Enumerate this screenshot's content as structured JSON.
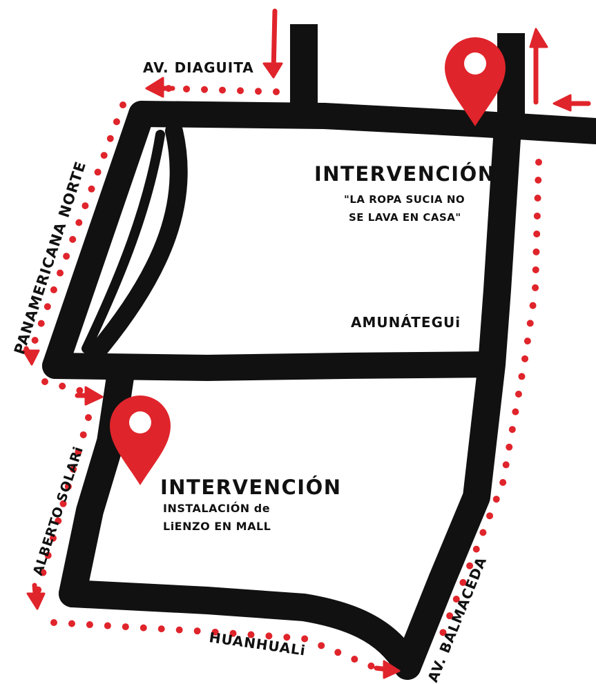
{
  "colors": {
    "road": "#111111",
    "accent": "#e0242b",
    "background": "#ffffff"
  },
  "streets": {
    "diaguita": "AV. DIAGUITA",
    "panamericana": "PANAMERICANA NORTE",
    "amunategui": "AMUNÁTEGUi",
    "alberto_solari": "ALBERTO SOLARi",
    "huanhuali": "HUANHUALi",
    "balmaceda": "AV. BALMACEDA"
  },
  "intervention_top": {
    "title": "INTERVENCIÓN",
    "line1": "\"LA ROPA SUCIA NO",
    "line2": "SE LAVA EN CASA\""
  },
  "intervention_bottom": {
    "title": "INTERVENCIÓN",
    "line1": "INSTALACIÓN de",
    "line2": "LiENZO EN MALL"
  },
  "icons": {
    "pin_top": "map-pin-icon",
    "pin_bottom": "map-pin-icon",
    "arrows": "arrow-icon"
  }
}
